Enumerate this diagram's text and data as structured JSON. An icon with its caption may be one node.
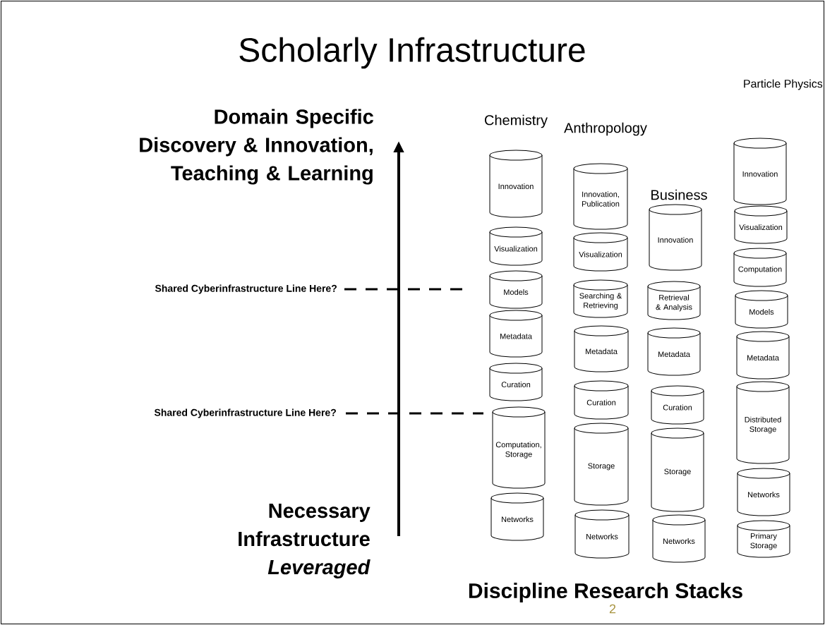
{
  "diagram": {
    "title": "Scholarly Infrastructure",
    "nodes": [
      {
        "text": [
          "Innovation"
        ]
      },
      {
        "text": [
          "Visualization"
        ]
      },
      {
        "text": [
          "Models"
        ]
      },
      {
        "text": [
          "Metadata"
        ]
      },
      {
        "text": [
          "Curation"
        ]
      },
      {
        "text": [
          "Computation, Storage"
        ]
      },
      {
        "text": [
          "Networks"
        ]
      },
      {
        "text": [
          "Innovation, Publication"
        ]
      },
      {
        "text": [
          "Visualization"
        ]
      },
      {
        "text": [
          "Searching & Retrieving"
        ]
      },
      {
        "text": [
          "Metadata"
        ]
      },
      {
        "text": [
          "Curation"
        ]
      },
      {
        "text": [
          "Storage"
        ]
      },
      {
        "text": [
          "Networks"
        ]
      },
      {
        "text": [
          "Innovation"
        ]
      },
      {
        "text": [
          "Retrieval & Analysis"
        ]
      },
      {
        "text": [
          "Metadata"
        ]
      },
      {
        "text": [
          "Curation"
        ]
      },
      {
        "text": [
          "Storage"
        ]
      },
      {
        "text": [
          "Networks"
        ]
      },
      {
        "text": [
          "Innovation"
        ]
      },
      {
        "text": [
          "Visualization"
        ]
      },
      {
        "text": [
          "Computation"
        ]
      },
      {
        "text": [
          "Models"
        ]
      },
      {
        "text": [
          "Metadata"
        ]
      },
      {
        "text": [
          "Distributed Storage"
        ]
      },
      {
        "text": [
          "Networks"
        ]
      },
      {
        "text": [
          "Primary Storage"
        ]
      }
    ],
    "labels": [
      "Particle Physics",
      "Domain Specific Discovery & Innovation, Teaching & Learning",
      "Chemistry",
      "Anthropology",
      "Business",
      "Shared Cyberinfrastructure Line Here?",
      "Shared Cyberinfrastructure Line Here?",
      "Necessary Infrastructure *Leveraged*",
      "Discipline Research Stacks",
      "2"
    ]
  }
}
